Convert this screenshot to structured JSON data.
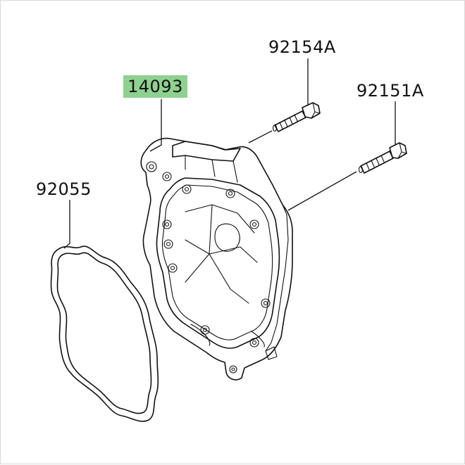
{
  "labels": {
    "cover": "14093",
    "bolt_a": "92154A",
    "bolt_b": "92151A",
    "gasket": "92055"
  },
  "colors": {
    "highlight": "#8fd18f",
    "line": "#111111",
    "background": "#ffffff"
  }
}
